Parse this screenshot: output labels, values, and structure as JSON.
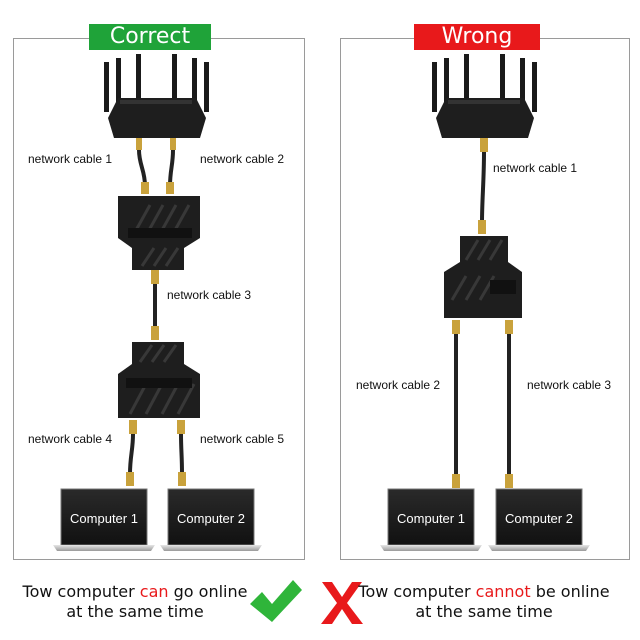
{
  "left_panel": {
    "badge": "Correct",
    "badge_color": "#1fa339",
    "labels": {
      "cable1": "network cable 1",
      "cable2": "network cable 2",
      "cable3": "network cable 3",
      "cable4": "network cable 4",
      "cable5": "network cable 5"
    },
    "computers": [
      "Computer 1",
      "Computer 2"
    ],
    "caption": {
      "pre": "Tow computer ",
      "highlight": "can",
      "post": " go online",
      "line2": "at the same time"
    },
    "mark_icon": "check-icon"
  },
  "right_panel": {
    "badge": "Wrong",
    "badge_color": "#e8191b",
    "labels": {
      "cable1": "network cable 1",
      "cable2": "network cable 2",
      "cable3": "network cable 3"
    },
    "computers": [
      "Computer 1",
      "Computer 2"
    ],
    "caption": {
      "pre": "Tow computer ",
      "highlight": "cannot",
      "post": " be online",
      "line2": "at the same time"
    },
    "mark_icon": "cross-icon"
  },
  "colors": {
    "check": "#2fb53a",
    "cross": "#e8191b",
    "highlight": "#e8191b"
  }
}
